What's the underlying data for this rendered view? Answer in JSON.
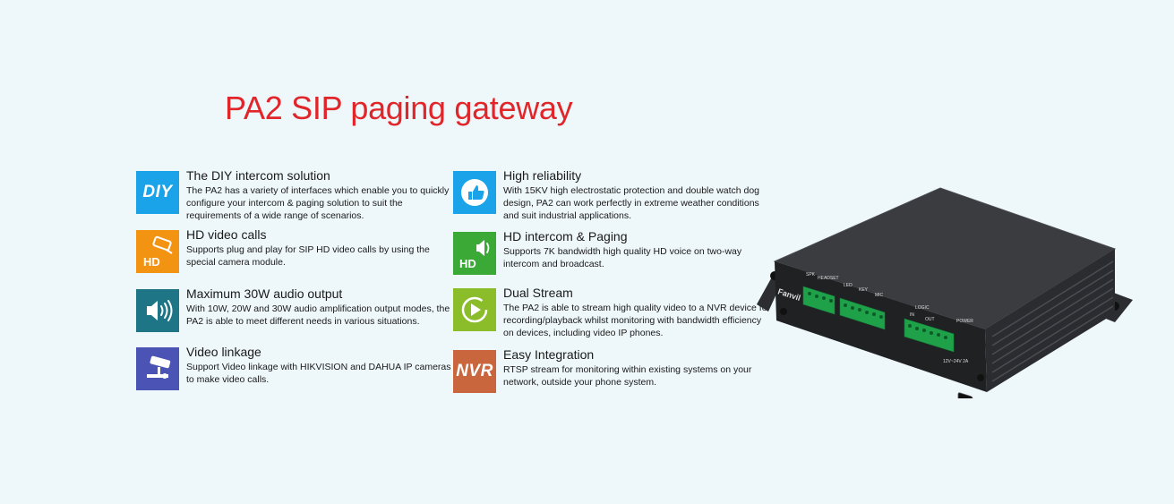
{
  "title": "PA2 SIP paging gateway",
  "features": [
    {
      "id": "diy",
      "icon": "diy-icon",
      "icon_label": "DIY",
      "color": "#1aa3e8",
      "title": "The DIY intercom solution",
      "desc": "The PA2 has a variety of interfaces which enable you to quickly configure your intercom & paging solution to suit the requirements of a wide range of scenarios."
    },
    {
      "id": "reliability",
      "icon": "thumbs-up-icon",
      "color": "#1aa3e8",
      "title": "High reliability",
      "desc": "With 15KV high electrostatic protection and double watch dog design, PA2 can work perfectly in extreme weather conditions and suit industrial applications."
    },
    {
      "id": "hd-video",
      "icon": "hd-camera-icon",
      "icon_label": "HD",
      "color": "#f39312",
      "title": "HD video calls",
      "desc": "Supports plug and play for SIP HD video calls by using the special camera module."
    },
    {
      "id": "hd-intercom",
      "icon": "hd-speaker-icon",
      "icon_label": "HD",
      "color": "#3aa935",
      "title": "HD intercom & Paging",
      "desc": "Supports 7K bandwidth high quality HD voice on two-way intercom and broadcast."
    },
    {
      "id": "audio-output",
      "icon": "speaker-icon",
      "color": "#1e7586",
      "title": "Maximum 30W audio output",
      "desc": "With 10W, 20W and 30W audio amplification output modes, the PA2 is able to meet different needs in various situations."
    },
    {
      "id": "dual-stream",
      "icon": "play-icon",
      "color": "#8bbd2a",
      "title": "Dual Stream",
      "desc": "The PA2 is able to stream high quality video to a NVR device for recording/playback whilst monitoring with bandwidth efficiency on devices, including video IP phones."
    },
    {
      "id": "video-linkage",
      "icon": "cctv-camera-icon",
      "color": "#4b53b4",
      "title": "Video linkage",
      "desc": "Support Video linkage with HIKVISION and DAHUA IP cameras to make video calls."
    },
    {
      "id": "easy-integration",
      "icon": "nvr-icon",
      "icon_label": "NVR",
      "color": "#c9663d",
      "title": "Easy Integration",
      "desc": "RTSP stream for monitoring within existing systems on your network, outside your phone system."
    }
  ],
  "device": {
    "brand": "Fanvil",
    "labels": {
      "spk": "SPK",
      "headset": "HEADSET",
      "led": "LED",
      "key": "KEY",
      "mic": "MIC",
      "logic": "LOGIC",
      "in": "IN",
      "out": "OUT",
      "power": "POWER",
      "voltage": "12V~24V 2A"
    }
  }
}
